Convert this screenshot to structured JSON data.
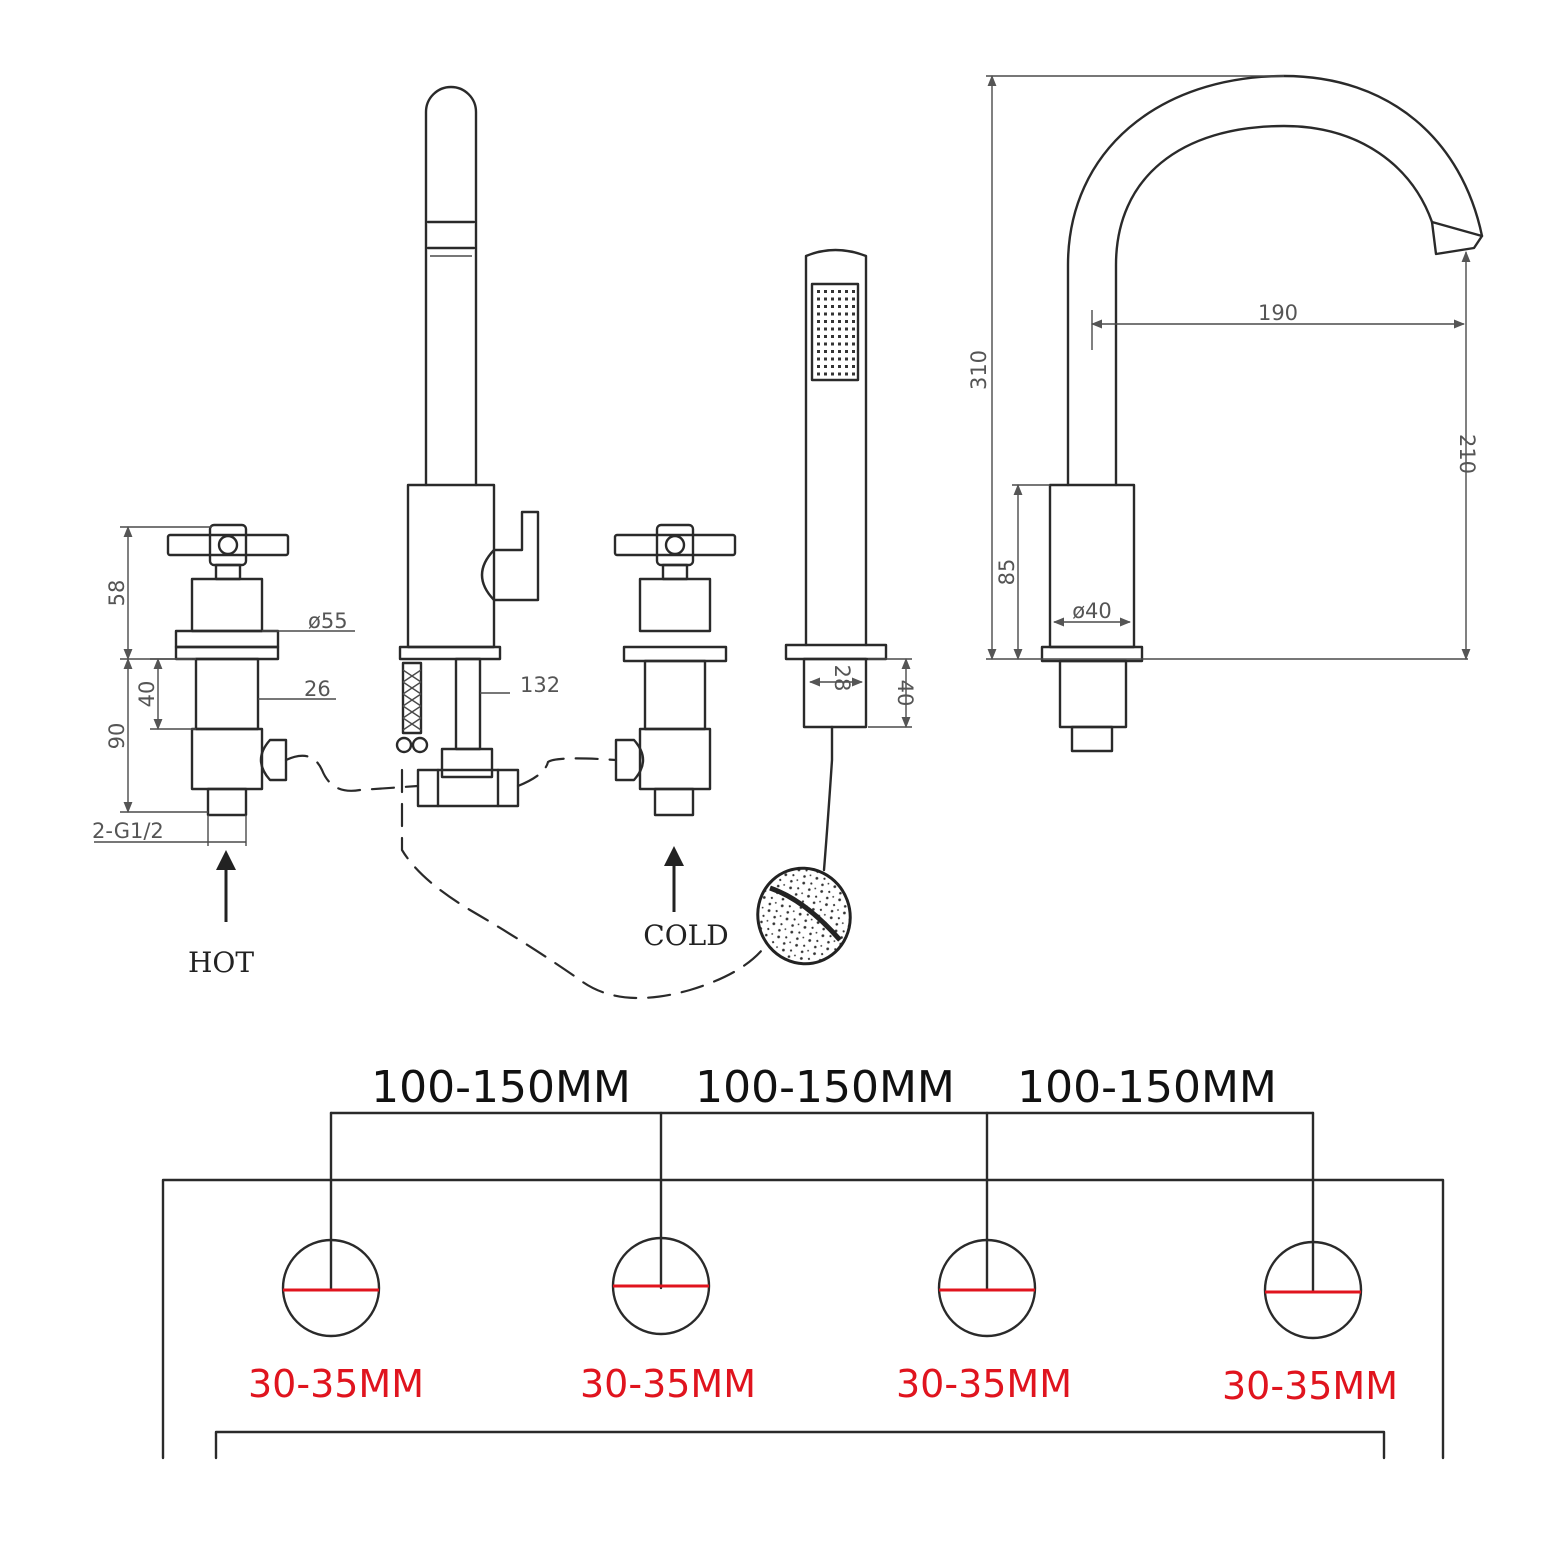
{
  "colors": {
    "line": "#2a2a2a",
    "dimension": "#555555",
    "accent_red": "#e0141e",
    "background": "#ffffff"
  },
  "labels": {
    "hot": "HOT",
    "cold": "COLD"
  },
  "dimensions": {
    "valve_58": "58",
    "valve_90": "90",
    "valve_40": "40",
    "valve_d55": "ø55",
    "valve_26": "26",
    "thread": "2-G1/2",
    "hose_132": "132",
    "shower_28": "28",
    "shower_40": "40",
    "spout_310": "310",
    "spout_190": "190",
    "spout_210": "210",
    "spout_85": "85",
    "spout_d40": "ø40"
  },
  "layout_plan": {
    "spacings": [
      "100-150MM",
      "100-150MM",
      "100-150MM"
    ],
    "holes": [
      "30-35MM",
      "30-35MM",
      "30-35MM",
      "30-35MM"
    ]
  }
}
